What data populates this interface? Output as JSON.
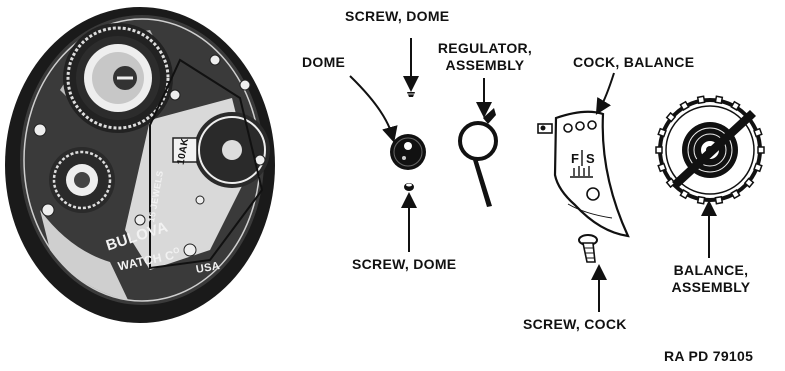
{
  "labels": {
    "screw_dome_top": "SCREW, DOME",
    "dome": "DOME",
    "regulator_line1": "REGULATOR,",
    "regulator_line2": "ASSEMBLY",
    "cock_balance": "COCK, BALANCE",
    "screw_dome_bottom": "SCREW, DOME",
    "balance_line1": "BALANCE,",
    "balance_line2": "ASSEMBLY",
    "screw_cock": "SCREW, COCK",
    "figure_code": "RA PD 79105"
  },
  "movement_engravings": {
    "brand": "BULOVA",
    "maker": "WATCH C",
    "maker_superscript": "O",
    "country": "USA",
    "model": "10AK",
    "jewels": "15 JEWELS"
  },
  "cock_markings": {
    "fast": "F",
    "slow": "S"
  },
  "colors": {
    "ink": "#111111",
    "background": "#ffffff"
  }
}
